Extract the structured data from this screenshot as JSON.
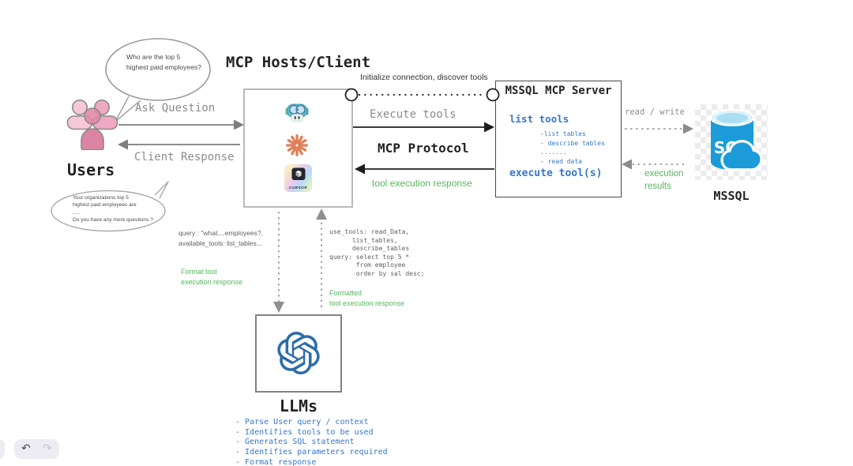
{
  "users": {
    "label": "Users",
    "question_bubble": "Who are the top 5\nhighest paid employees?",
    "response_bubble": "Your organizations top 5\nhighest paid employees are\n.....\nDo you have any more questions ?"
  },
  "client": {
    "title": "MCP Hosts/Client",
    "cursor_label": "CURSOR"
  },
  "flows": {
    "ask_question": "Ask Question",
    "client_response": "Client Response",
    "initialize": "Initialize connection, discover tools",
    "execute_tools": "Execute tools",
    "mcp_protocol": "MCP Protocol",
    "tool_execution_response": "tool execution response",
    "read_write": "read / write",
    "execution_results": "execution\nresults"
  },
  "server": {
    "title": "MSSQL MCP Server",
    "list_tools": "list tools",
    "tools": [
      "-list tables",
      "- describe tables",
      ".......",
      "- read data"
    ],
    "execute": "execute tool(s)"
  },
  "database": {
    "label": "MSSQL",
    "icon_text": "SQL"
  },
  "annotations": {
    "query_context": "query : \"what....employees?,\navailable_tools: list_tables...",
    "format_tool": "Format tool\nexecution response",
    "use_tools": "use_tools: read_Data,\n      list_tables,\n      describe_tables\nquery: select top 5 *\n       from employee\n       order by sal desc;",
    "formatted": "Formatted\ntool execution response"
  },
  "llm": {
    "label": "LLMs",
    "bullets": [
      "- Parse User query / context",
      "- Identifies tools to be used",
      "- Generates SQL statement",
      "- Identifies parameters required",
      "- Format response"
    ]
  },
  "toolbar": {
    "undo": "↶",
    "redo": "↷"
  },
  "colors": {
    "green": "#56b65f",
    "blue": "#3477c9",
    "claude_coral": "#e07e57",
    "sql_blue": "#1b9cd8",
    "pink_light": "#f7c9d8",
    "pink_dark": "#da7d9f"
  }
}
